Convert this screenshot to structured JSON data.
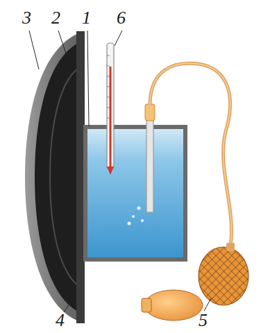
{
  "diagram": {
    "labels": [
      "3",
      "2",
      "1",
      "6",
      "4",
      "5"
    ]
  }
}
